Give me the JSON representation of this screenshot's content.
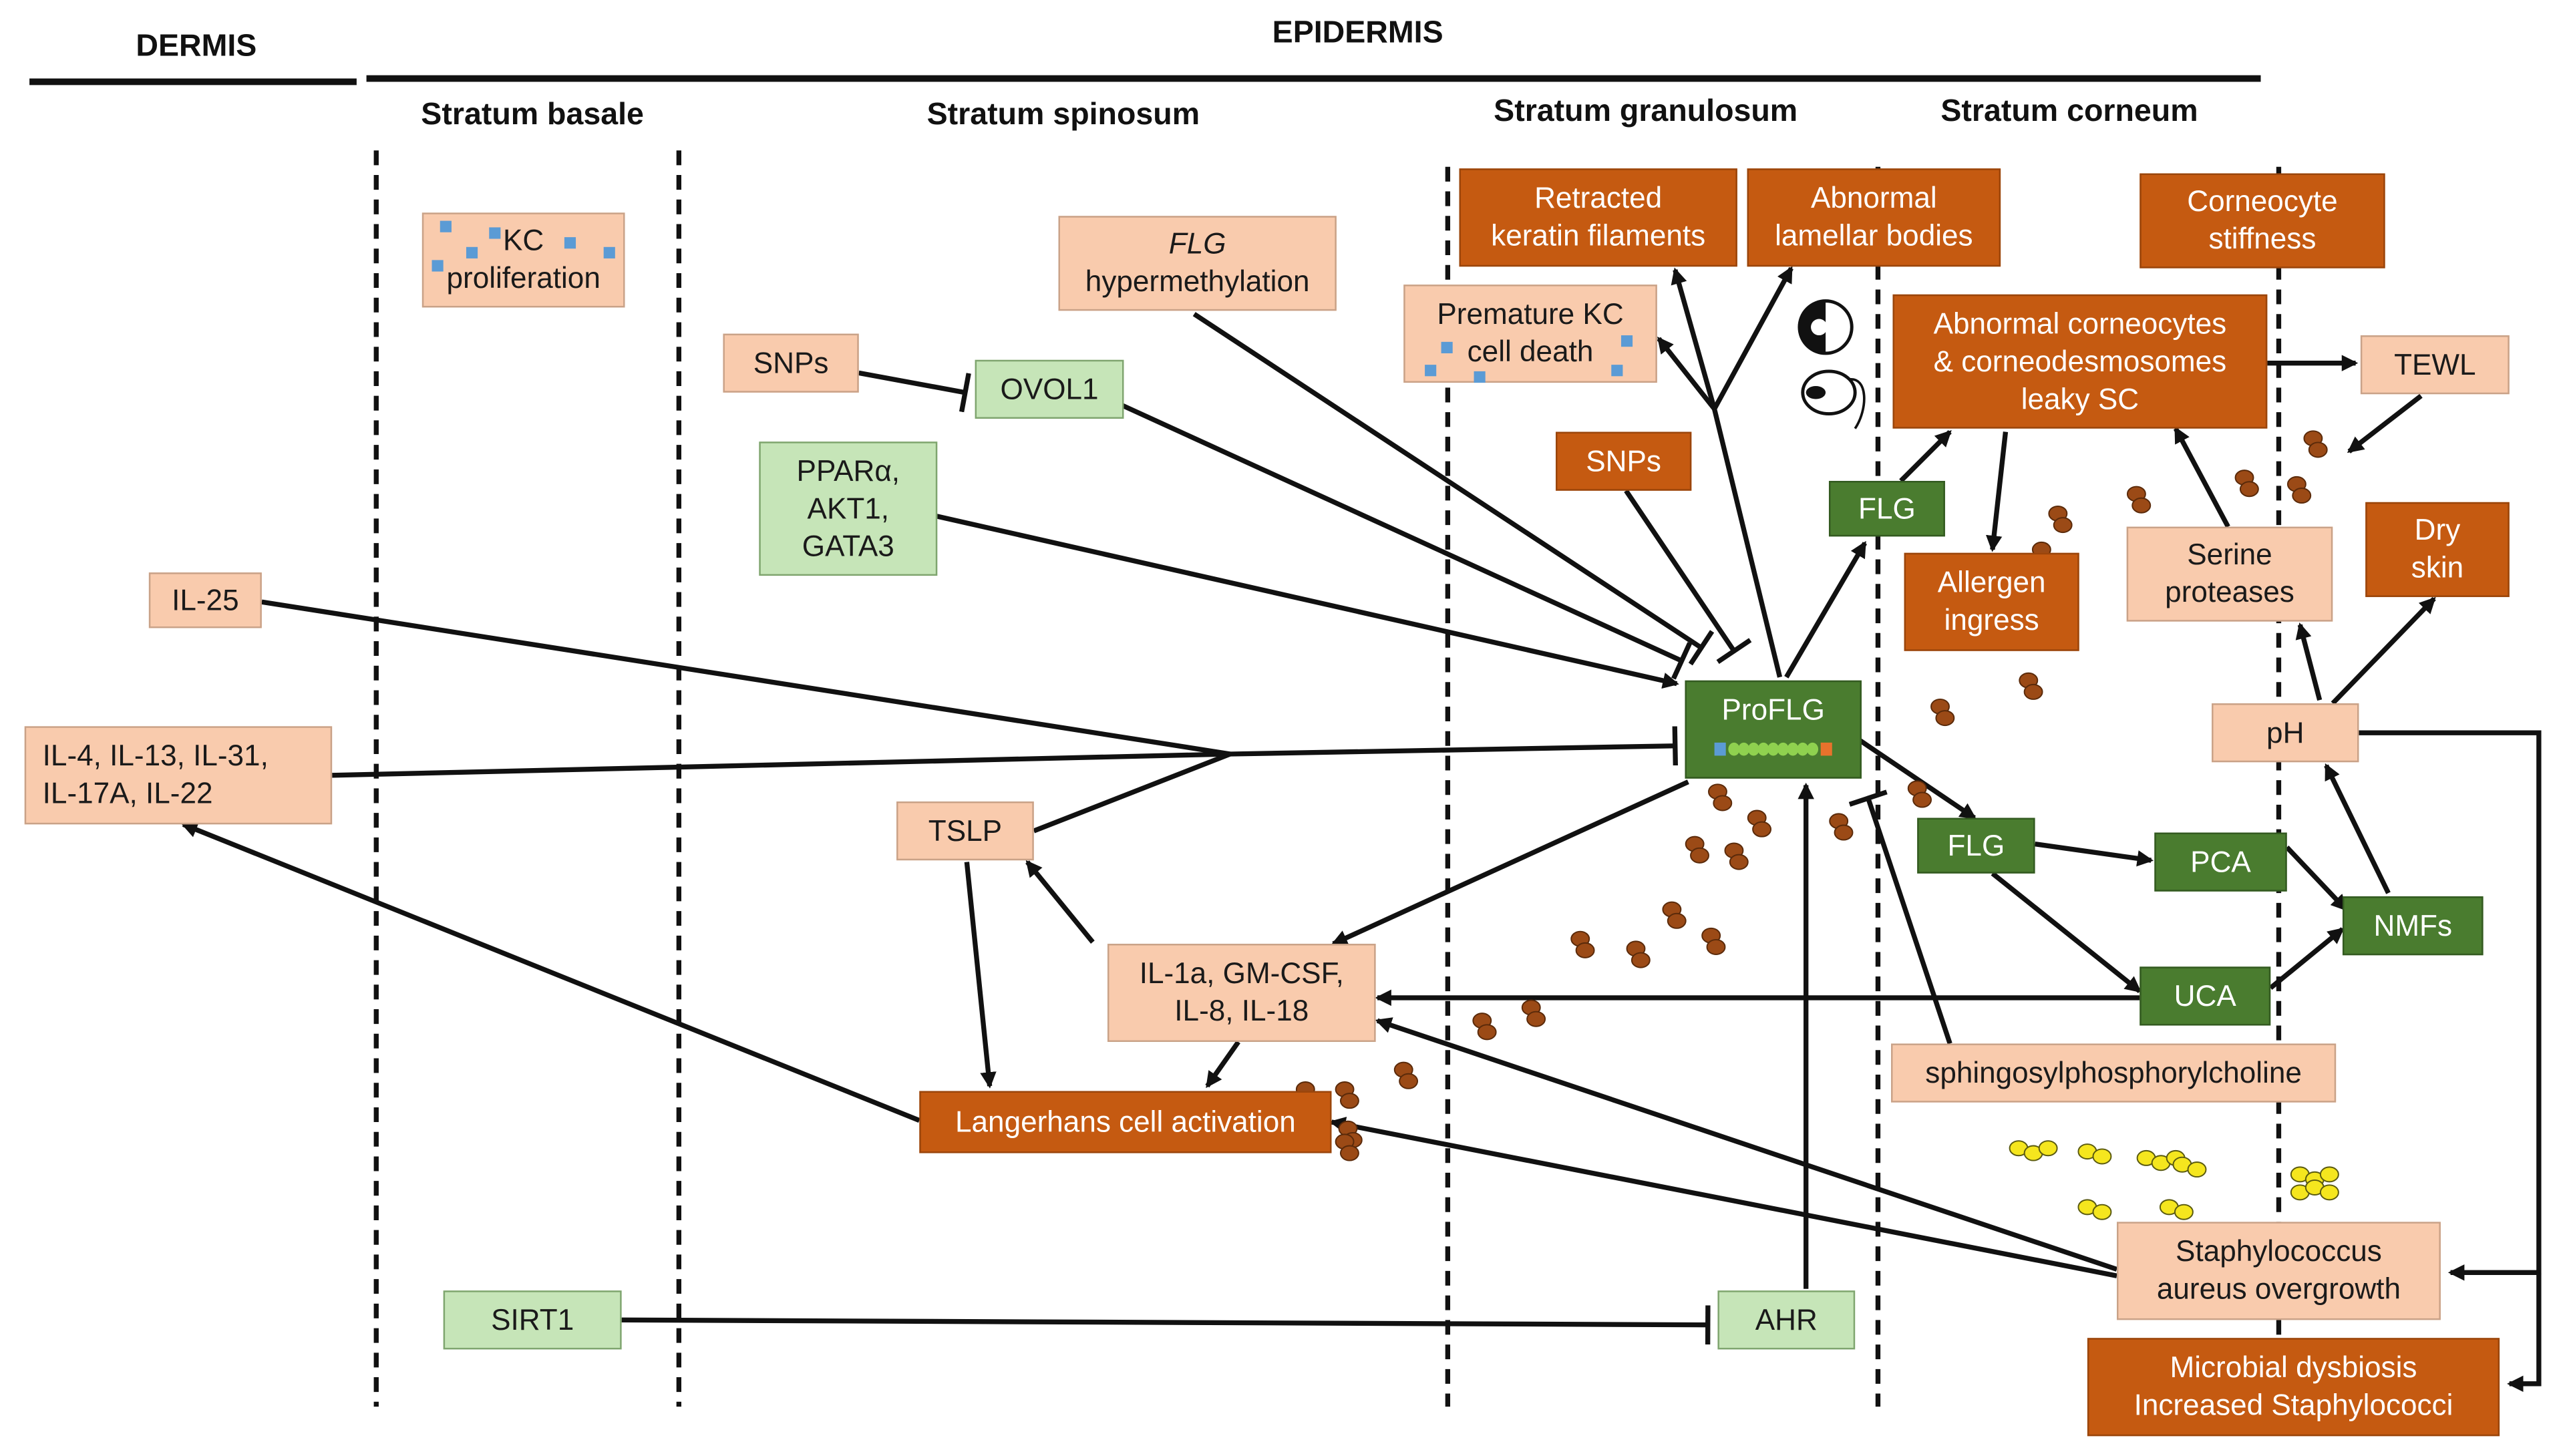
{
  "colors": {
    "peach": "#f9cbad",
    "orange": "#c55a11",
    "dark_green": "#4a7c2f",
    "light_green": "#c6e5b8",
    "bacteria_brown": "#9b4a16",
    "staph_yellow": "#f5e61e",
    "proliferation_square_blue": "#5b9bd5"
  },
  "headers": {
    "dermis": "DERMIS",
    "epidermis": "EPIDERMIS",
    "stratum_basale": "Stratum basale",
    "stratum_spinosum": "Stratum spinosum",
    "stratum_granulosum": "Stratum granulosum",
    "stratum_corneum": "Stratum corneum"
  },
  "nodes": {
    "kc_proliferation": "KC\nproliferation",
    "flg_hypermethylation_italic": "FLG",
    "flg_hypermethylation_rest": "hypermethylation",
    "snps_left": "SNPs",
    "ovol1": "OVOL1",
    "ppar_akt_gata": "PPARα,\nAKT1,\nGATA3",
    "il25": "IL-25",
    "il_cytokines": "IL-4, IL-13, IL-31,\nIL-17A, IL-22",
    "tslp": "TSLP",
    "il1a_gmcsf": "IL-1a, GM-CSF,\nIL-8, IL-18",
    "langerhans": "Langerhans cell activation",
    "sirt1": "SIRT1",
    "retracted_keratin": "Retracted\nkeratin filaments",
    "abnormal_lamellar": "Abnormal\nlamellar bodies",
    "premature_kc": "Premature KC\ncell death",
    "snps_right": "SNPs",
    "proflg": "ProFLG",
    "flg_upper": "FLG",
    "flg_lower": "FLG",
    "ahr": "AHR",
    "corneocyte_stiffness": "Corneocyte\nstiffness",
    "abnormal_corneocytes": "Abnormal corneocytes\n& corneodesmosomes\nleaky SC",
    "tewl": "TEWL",
    "allergen_ingress": "Allergen\ningress",
    "serine_proteases": "Serine\nproteases",
    "dry_skin": "Dry\nskin",
    "ph": "pH",
    "pca": "PCA",
    "nmfs": "NMFs",
    "uca": "UCA",
    "sphingosylphosphorylcholine": "sphingosylphosphorylcholine",
    "staph_overgrowth": "Staphylococcus\naureus overgrowth",
    "microbial_dysbiosis": "Microbial dysbiosis\nIncreased Staphylococci"
  }
}
